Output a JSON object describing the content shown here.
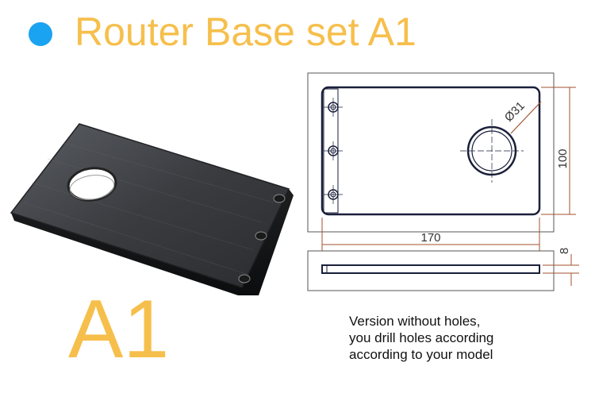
{
  "header": {
    "title": "Router Base set A1"
  },
  "product": {
    "model_label": "A1"
  },
  "drawing": {
    "width_dim": "170",
    "height_dim": "100",
    "thickness_dim": "8",
    "hole_dim": "Ø31"
  },
  "note": {
    "lines": [
      "Version without holes,",
      "you drill holes according",
      "according to your model"
    ]
  },
  "colors": {
    "accent": "#f6bf4c",
    "bullet": "#1aa3f0",
    "dimension": "#a0522d",
    "plate": "#3a3c40"
  }
}
